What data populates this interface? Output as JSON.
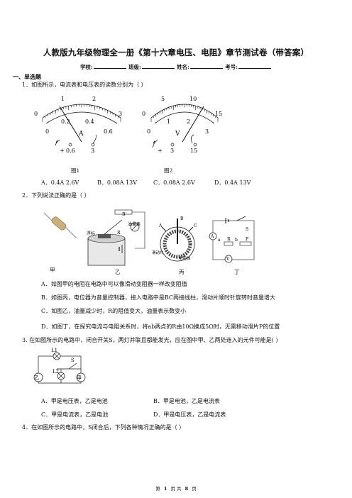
{
  "doc": {
    "title": "人教版九年级物理全一册《第十六章电压、电阻》章节测试卷（带答案）",
    "info": {
      "school": "学校:",
      "class": "班级:",
      "name": "姓名:",
      "exam_no": "考号:"
    },
    "section1": "一、单选题",
    "footer": {
      "pre": "第",
      "page": "1",
      "mid": "页 共",
      "total": "8",
      "post": "页"
    }
  },
  "q1": {
    "stem": "1．如图所示，电流表和电压表的读数分别为（    ）",
    "ammeter": {
      "top": [
        "0",
        "1",
        "2",
        "3"
      ],
      "bottom": [
        "0",
        "0.2",
        "0.4",
        "0.6"
      ],
      "unit": "A",
      "terms": [
        "+",
        "0.6",
        "3"
      ],
      "caption": "图1"
    },
    "voltmeter": {
      "top": [
        "0",
        "5",
        "10",
        "15"
      ],
      "bottom": [
        "0",
        "1",
        "2",
        "3"
      ],
      "unit": "V",
      "terms": [
        "+",
        "3",
        "15"
      ],
      "caption": "图2"
    },
    "options": [
      "A．0.4A 2.6V",
      "B．0.08A 13V",
      "C．0.08A 2.6V",
      "D．0.4A 13V"
    ]
  },
  "q2": {
    "stem": "2．下列说法正确的是（        ）",
    "labels": {
      "fuel_gauge": "油量表",
      "float": "浮标",
      "slider": "滑动片",
      "resistor_body": "电阻体",
      "rprime": "R'",
      "r": "R",
      "abc": [
        "A",
        "B",
        "C"
      ],
      "ammeter": "A",
      "voltmeter": "V",
      "s": "S",
      "a": "a",
      "b": "b",
      "p": "P"
    },
    "fig_captions": [
      "甲",
      "乙",
      "丙",
      "丁"
    ],
    "options": [
      "A．如图甲的电阻在电路中可以像滑动变阻器一样改变阻值",
      "B．如图丙，电位器为音量控制器，接入电路中是BC两接线柱，滑动片顺时针旋转时音量增大",
      "C．如图乙，油量减少时，R的阻值变大，油量表示数变小",
      "D．如图丁，在探究电流与电阻关系时，将ab两点的R由10Ω换成5Ω时，无需移动滑片P的位置"
    ]
  },
  "q3": {
    "stem": "3. 在如图所示的电路中，闭合开关S，两灯并联且都能发光，应在图中甲、乙两处连入的元件可能是(        )",
    "labels": {
      "l1": "L1",
      "l2": "L2",
      "s": "S",
      "jia": "甲",
      "yi": "乙"
    },
    "options": [
      "A．甲是电压表，乙是电池",
      "B．甲是电池，乙是电流表",
      "C．甲是电流表，乙是电池",
      "D．甲是电压表，乙是电流表"
    ]
  },
  "q4": {
    "stem": "4．在如图所示的电路中，S闭合后，下列各种情况正确的是（        ）"
  }
}
